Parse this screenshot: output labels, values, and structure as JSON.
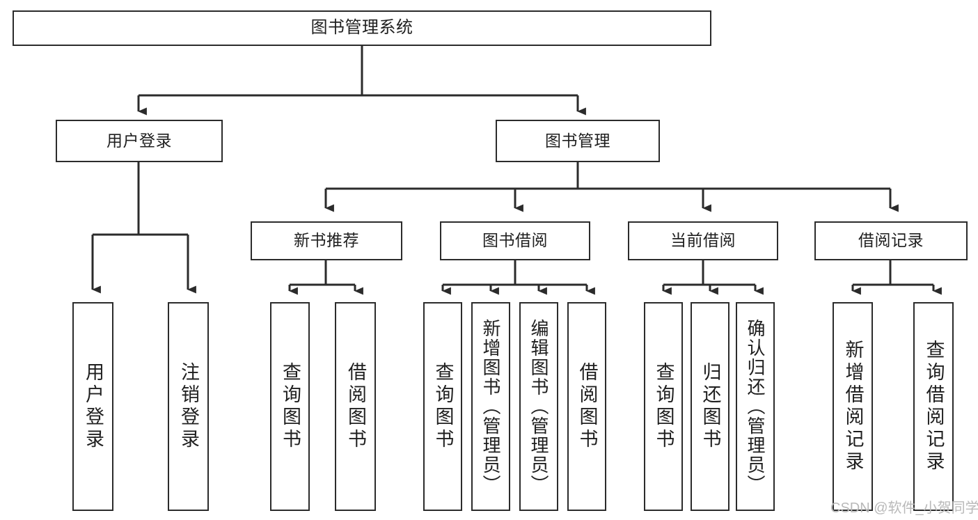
{
  "diagram": {
    "title": "图书管理系统",
    "type": "tree-hierarchy",
    "orientation": "top-down",
    "colors": {
      "background": "#ffffff",
      "box_border": "#2b2b2b",
      "box_fill": "#ffffff",
      "text": "#1f1f1f",
      "edge": "#2b2b2b",
      "watermark": "#b9b9b9"
    }
  },
  "nodes": {
    "root": {
      "label": "图书管理系统",
      "level": 1
    },
    "level2": [
      {
        "label": "用户登录",
        "level": 2
      },
      {
        "label": "图书管理",
        "level": 2
      }
    ],
    "level3": [
      {
        "label": "新书推荐",
        "level": 3,
        "parent": "图书管理"
      },
      {
        "label": "图书借阅",
        "level": 3,
        "parent": "图书管理"
      },
      {
        "label": "当前借阅",
        "level": 3,
        "parent": "图书管理"
      },
      {
        "label": "借阅记录",
        "level": 3,
        "parent": "图书管理"
      }
    ],
    "leaves": {
      "user_login": [
        {
          "label": "用户登录"
        },
        {
          "label": "注销登录"
        }
      ],
      "new_book_recommend": [
        {
          "label": "查询图书"
        },
        {
          "label": "借阅图书"
        }
      ],
      "book_borrow": [
        {
          "label": "查询图书"
        },
        {
          "label": "新增图书（管理员）"
        },
        {
          "label": "编辑图书（管理员）"
        },
        {
          "label": "借阅图书"
        }
      ],
      "current_borrow": [
        {
          "label": "查询图书"
        },
        {
          "label": "归还图书"
        },
        {
          "label": "确认归还（管理员）"
        }
      ],
      "borrow_record": [
        {
          "label": "新增借阅记录"
        },
        {
          "label": "查询借阅记录"
        }
      ]
    }
  },
  "watermark": {
    "text": "CSDN @软件_小贺同学"
  }
}
